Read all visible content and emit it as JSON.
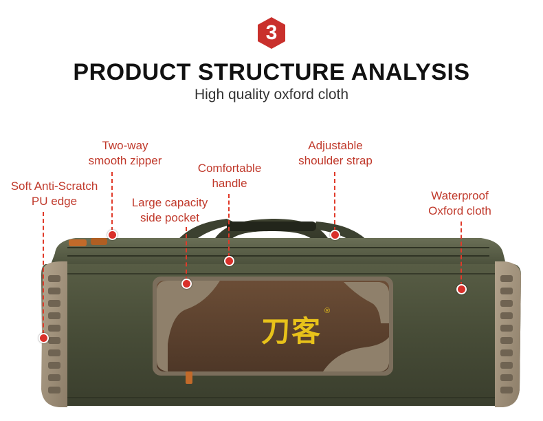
{
  "header": {
    "step_number": "3",
    "title": "PRODUCT STRUCTURE ANALYSIS",
    "subtitle": "High quality oxford cloth"
  },
  "product": {
    "brand_logo_text": "刀客",
    "brand_mark": "®"
  },
  "callouts": [
    {
      "id": "edge",
      "line1": "Soft Anti-Scratch",
      "line2": "PU edge"
    },
    {
      "id": "zipper",
      "line1": "Two-way",
      "line2": "smooth zipper"
    },
    {
      "id": "pocket",
      "line1": "Large capacity",
      "line2": "side pocket"
    },
    {
      "id": "handle",
      "line1": "Comfortable",
      "line2": "handle"
    },
    {
      "id": "strap",
      "line1": "Adjustable",
      "line2": "shoulder strap"
    },
    {
      "id": "oxford",
      "line1": "Waterproof",
      "line2": "Oxford cloth"
    }
  ],
  "colors": {
    "accent_red": "#d9302a",
    "bag_olive": "#4a4f3a",
    "pocket_brown": "#5a3f2c",
    "logo_gold": "#e8c21a"
  }
}
